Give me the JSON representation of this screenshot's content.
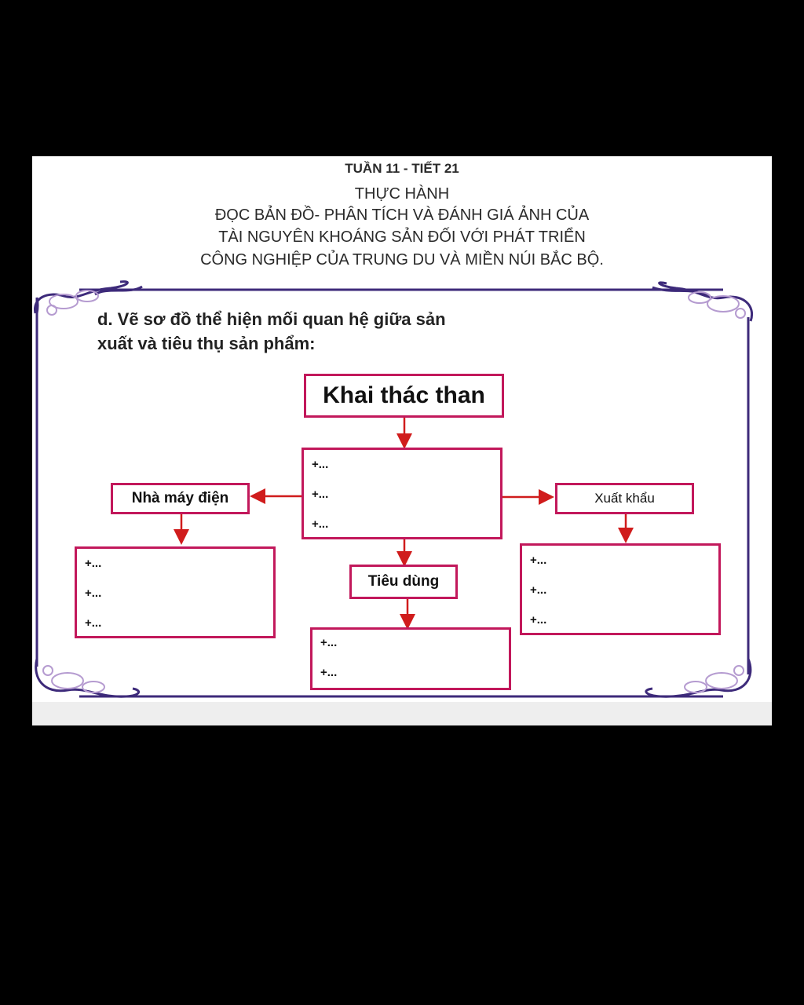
{
  "header": {
    "week": "TUẦN 11 - TIẾT 21",
    "title_lines": [
      "THỰC HÀNH",
      "ĐỌC BẢN ĐỒ- PHÂN TÍCH VÀ ĐÁNH GIÁ ẢNH CỦA",
      "TÀI NGUYÊN  KHOÁNG  SẢN ĐỐI VỚI PHÁT TRIỂN",
      "CÔNG  NGHIỆP  CỦA TRUNG  DU VÀ MIỀN NÚI BẮC BỘ."
    ]
  },
  "task": {
    "line1": "d. Vẽ sơ đồ thể hiện mối quan hệ giữa sản",
    "line2": "xuất và tiêu thụ sản phẩm:"
  },
  "diagram": {
    "root": "Khai thác than",
    "center_items": [
      "+...",
      "+...",
      "+..."
    ],
    "left_label": "Nhà máy điện",
    "left_items": [
      "+...",
      "+...",
      "+..."
    ],
    "right_label": "Xuất khẩu",
    "right_items": [
      "+...",
      "+...",
      "+..."
    ],
    "bottom_label": "Tiêu dùng",
    "bottom_items": [
      "+...",
      "+..."
    ]
  },
  "colors": {
    "box_border": "#c2185b",
    "arrow": "#d01c1c",
    "frame": "#3d2a7a",
    "ornament": "#b59bd0"
  }
}
